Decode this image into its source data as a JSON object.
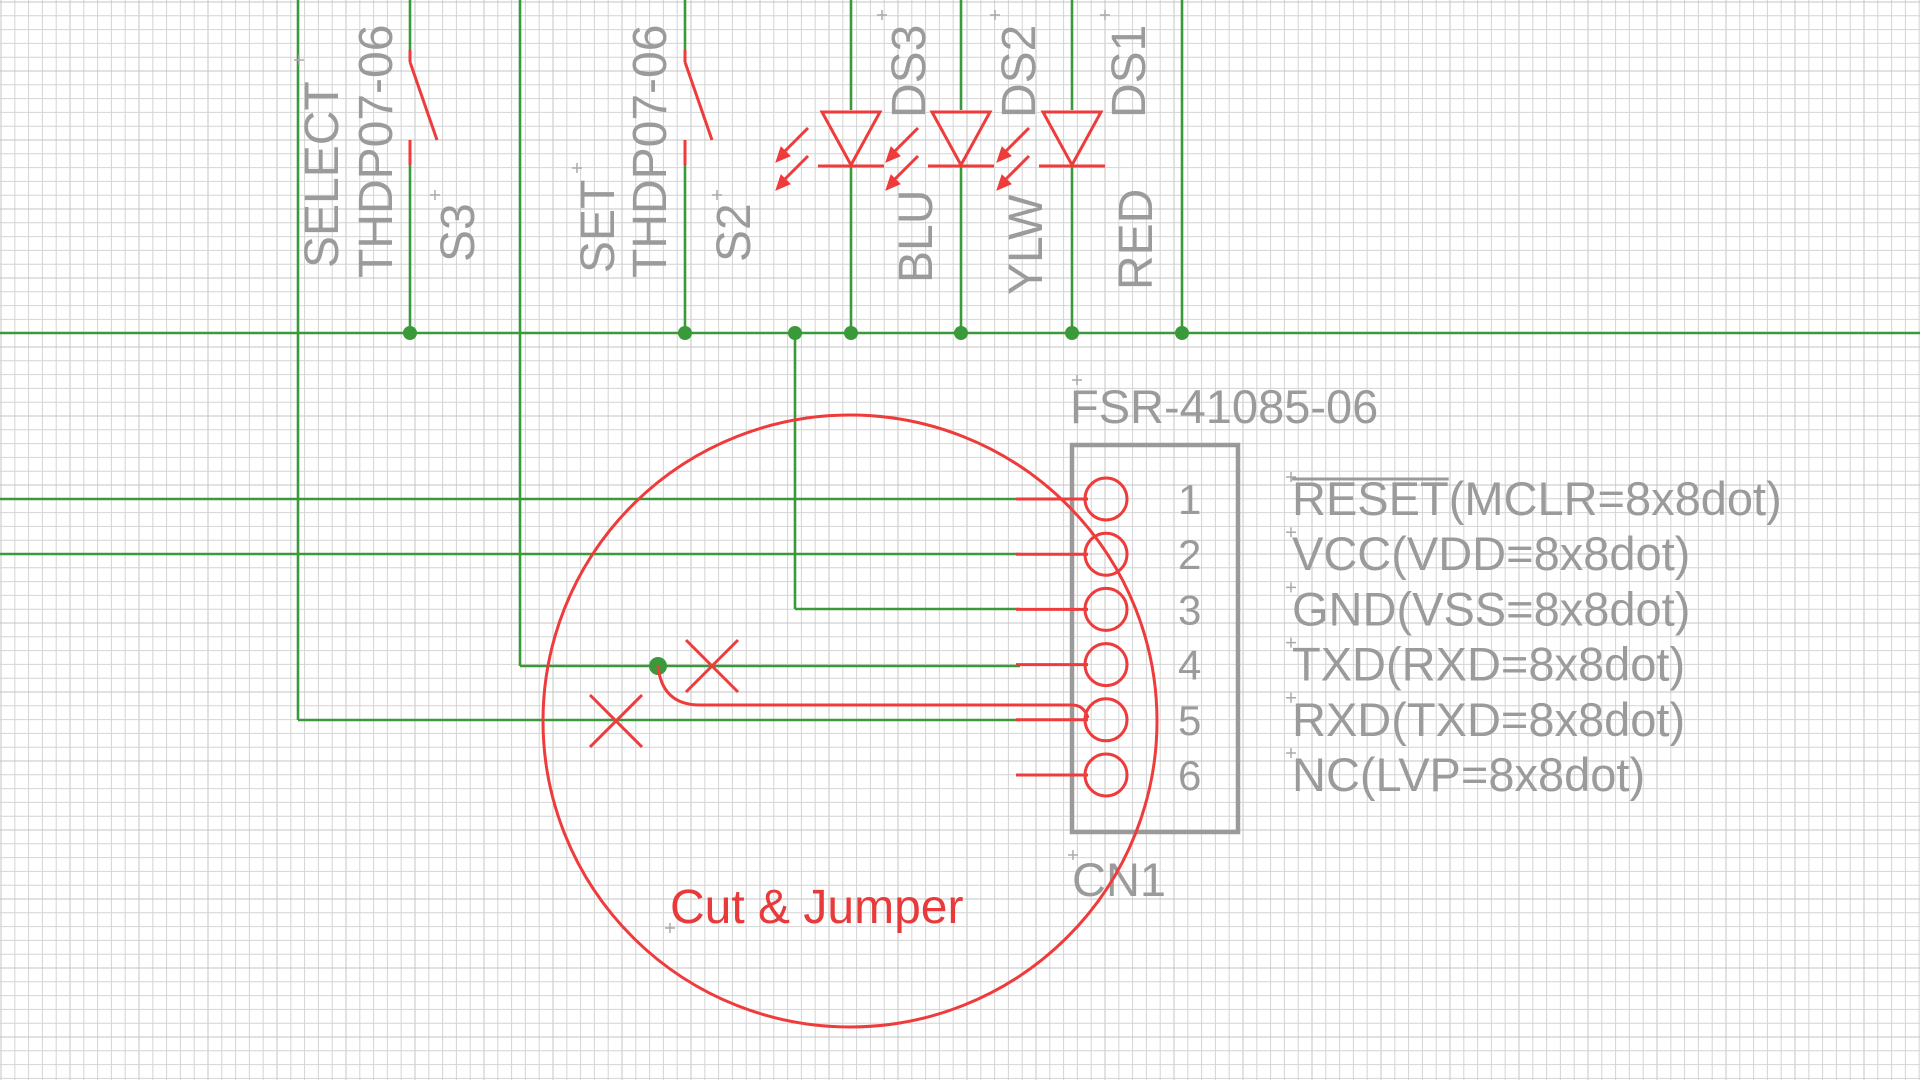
{
  "colors": {
    "background": "#ffffff",
    "grid": "#d4d4d4",
    "wire": "#3a9a3a",
    "part": "#ee3b3b",
    "label": "#9b9b9b",
    "note": "#e83a3a"
  },
  "switches": [
    {
      "ref": "S3",
      "model": "THDP07-06",
      "function": "SELECT"
    },
    {
      "ref": "S2",
      "model": "THDP07-06",
      "function": "SET"
    }
  ],
  "leds": [
    {
      "ref": "DS3",
      "color": "BLU"
    },
    {
      "ref": "DS2",
      "color": "YLW"
    },
    {
      "ref": "DS1",
      "color": "RED"
    }
  ],
  "connector": {
    "part_number": "FSR-41085-06",
    "ref": "CN1",
    "pins": [
      {
        "num": "1",
        "name": "RESET",
        "overline": true,
        "note": "(MCLR=8x8dot)"
      },
      {
        "num": "2",
        "name": "VCC",
        "overline": false,
        "note": "(VDD=8x8dot)"
      },
      {
        "num": "3",
        "name": "GND",
        "overline": false,
        "note": "(VSS=8x8dot)"
      },
      {
        "num": "4",
        "name": "TXD",
        "overline": false,
        "note": "(RXD=8x8dot)"
      },
      {
        "num": "5",
        "name": "RXD",
        "overline": false,
        "note": "(TXD=8x8dot)"
      },
      {
        "num": "6",
        "name": "NC",
        "overline": false,
        "note": "(LVP=8x8dot)"
      }
    ]
  },
  "annotation": {
    "text": "Cut & Jumper"
  }
}
